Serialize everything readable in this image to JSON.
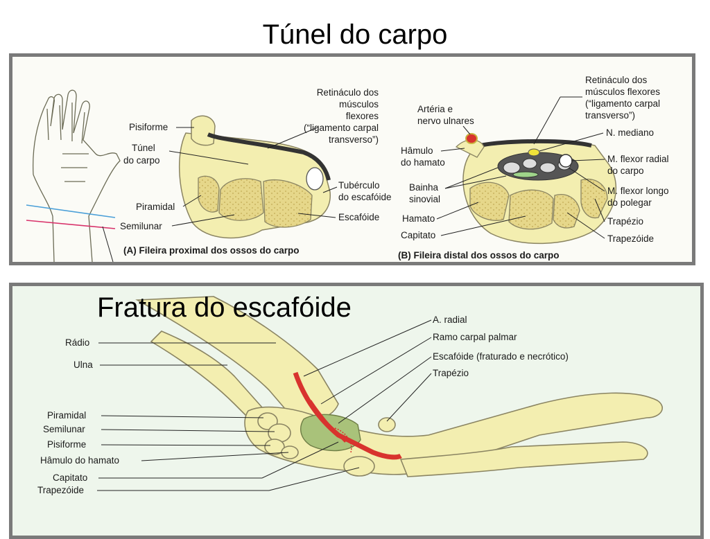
{
  "title_top": "Túnel do carpo",
  "title_bottom": "Fratura do escafóide",
  "panel_a": {
    "caption": "(A) Fileira proximal dos ossos do carpo",
    "labels": {
      "pisiforme": "Pisiforme",
      "tunel_1": "Túnel",
      "tunel_2": "do carpo",
      "piramidal": "Piramidal",
      "semilunar": "Semilunar",
      "ret_1": "Retináculo dos",
      "ret_2": "músculos",
      "ret_3": "flexores",
      "ret_4": "(“ligamento carpal",
      "ret_5": "transverso”)",
      "tub_1": "Tubérculo",
      "tub_2": "do escafóide",
      "escafoide": "Escafóide"
    }
  },
  "panel_b": {
    "caption": "(B) Fileira distal dos ossos do carpo",
    "labels": {
      "art_1": "Artéria e",
      "art_2": "nervo ulnares",
      "ham_1": "Hâmulo",
      "ham_2": "do hamato",
      "bai_1": "Bainha",
      "bai_2": "sinovial",
      "hamato": "Hamato",
      "capitato": "Capitato",
      "ret_1": "Retináculo dos",
      "ret_2": "músculos flexores",
      "ret_3": "(“ligamento carpal",
      "ret_4": "transverso”)",
      "mediano": "N. mediano",
      "fr_1": "M. flexor radial",
      "fr_2": "do carpo",
      "fl_1": "M. flexor longo",
      "fl_2": "do polegar",
      "trapezio": "Trapézio",
      "trapezoide": "Trapezóide"
    }
  },
  "panel_c": {
    "labels_left": {
      "radio": "Rádio",
      "ulna": "Ulna",
      "piramidal": "Piramidal",
      "semilunar": "Semilunar",
      "pisiforme": "Pisiforme",
      "hamulo": "Hâmulo do hamato",
      "capitato": "Capitato",
      "trapezoide": "Trapezóide"
    },
    "labels_right": {
      "a_radial": "A. radial",
      "ramo": "Ramo carpal palmar",
      "escafoide": "Escafóide (fraturado e necrótico)",
      "trapezio": "Trapézio"
    }
  },
  "colors": {
    "bone": "#f3eeb0",
    "bone_stroke": "#8a8462",
    "cancellous": "#e6d78a",
    "ligament": "#333333",
    "artery": "#d8332e",
    "nerve": "#f0e23a",
    "necrotic": "#a9c27a",
    "panel_border": "#7a7a7a"
  }
}
